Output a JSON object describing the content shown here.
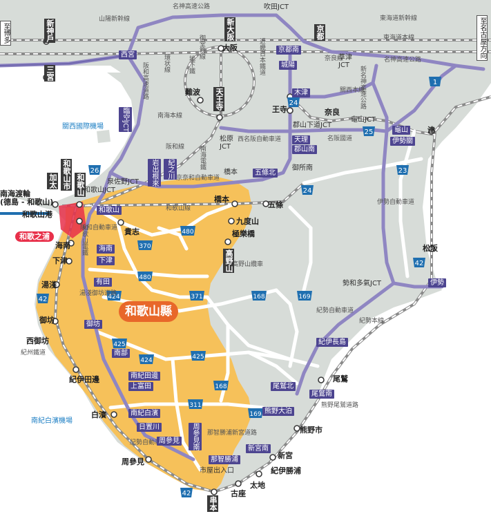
{
  "map": {
    "colors": {
      "sea": "#ffffff",
      "land": "#d7dcd8",
      "wakayama": "#f6c15a",
      "expressway": "#8f86c2",
      "expressway_dark": "#6f67ae",
      "road": "#ffffff",
      "railway": "#8a8a8a",
      "badge": "#4d4590",
      "city_box": "#3a3a3a",
      "accent_red": "#e8304a",
      "route_blue": "#1f6fb0",
      "pref_label": "#e8672a",
      "airport_blue": "#1d7fc4"
    },
    "direction_labels": [
      {
        "id": "to-hakata",
        "text": "至博多"
      },
      {
        "id": "to-nagoya",
        "text": "至名古屋方向"
      }
    ],
    "expressway_labels": [
      {
        "id": "meishin-top",
        "text": "名神高速公路"
      },
      {
        "id": "sanyo-shinkansen",
        "text": "山陽新幹線"
      },
      {
        "id": "tokaido-shinkansen",
        "text": "東海道新幹線"
      },
      {
        "id": "tokaido-main",
        "text": "東海道本線"
      },
      {
        "id": "meishin-right",
        "text": "名神高速公路"
      },
      {
        "id": "kansai-main",
        "text": "關西本線"
      },
      {
        "id": "hanwa-expwy",
        "text": "阪和高速道路"
      },
      {
        "id": "kanjo-line",
        "text": "環状線"
      },
      {
        "id": "midosuji",
        "text": "御堂筋線"
      },
      {
        "id": "chikatetsu",
        "text": "地下鐵"
      },
      {
        "id": "kintetsu-nara",
        "text": "近畿日本鐵道"
      },
      {
        "id": "nankai-main",
        "text": "南海本線"
      },
      {
        "id": "hanwa-line",
        "text": "阪和線"
      },
      {
        "id": "nankai-koya",
        "text": "南海電鐵"
      },
      {
        "id": "nishi-meihan",
        "text": "西名阪自動車道"
      },
      {
        "id": "meihan-road",
        "text": "名阪國道"
      },
      {
        "id": "shin-meishin",
        "text": "新名神高速公路"
      },
      {
        "id": "keinawa",
        "text": "京奈和自動車道"
      },
      {
        "id": "wakayama-line",
        "text": "和歌山線"
      },
      {
        "id": "nara-line",
        "text": "奈良線"
      },
      {
        "id": "koya-cable",
        "text": "高野山纜車"
      },
      {
        "id": "ise-expwy",
        "text": "伊勢自動車道"
      },
      {
        "id": "kise-main",
        "text": "紀勢本線"
      },
      {
        "id": "kisei-expwy",
        "text": "紀勢自動車道"
      },
      {
        "id": "kumano-road",
        "text": "熊野尾鷲道路"
      },
      {
        "id": "kisei-main-lower",
        "text": "紀勢本線"
      },
      {
        "id": "hanwa-expwy-lower",
        "text": "阪和自動車道"
      },
      {
        "id": "yuasa-gobo",
        "text": "湯淺御坊道路"
      },
      {
        "id": "kisei-expwy-lower",
        "text": "紀勢自動車道"
      },
      {
        "id": "wakayama-denki",
        "text": "和歌山電鐵"
      },
      {
        "id": "kiso-railway",
        "text": "紀州鐵道"
      },
      {
        "id": "nachi-road",
        "text": "那智勝浦新宮道路"
      }
    ],
    "station_labels": [
      {
        "id": "shin-kobe",
        "text": "新神戶"
      },
      {
        "id": "sannomiya",
        "text": "三宮"
      },
      {
        "id": "shin-osaka",
        "text": "新大阪"
      },
      {
        "id": "osaka",
        "text": "大阪"
      },
      {
        "id": "kyoto",
        "text": "京都"
      },
      {
        "id": "namba",
        "text": "難波"
      },
      {
        "id": "tennoji",
        "text": "天王寺"
      },
      {
        "id": "oji",
        "text": "王寺"
      },
      {
        "id": "nara",
        "text": "奈良"
      },
      {
        "id": "tsu",
        "text": "津"
      },
      {
        "id": "matsusaka",
        "text": "松阪"
      },
      {
        "id": "kada",
        "text": "加太"
      },
      {
        "id": "wakayamashi",
        "text": "和歌山市"
      },
      {
        "id": "wakayama-st",
        "text": "和歌山"
      },
      {
        "id": "wakayamako",
        "text": "和歌山港"
      },
      {
        "id": "nankai-ferry",
        "text": "南海渡輪\n(德島 - 和歌山)"
      },
      {
        "id": "hashimoto",
        "text": "橋本"
      },
      {
        "id": "gojo",
        "text": "五條"
      },
      {
        "id": "kudoyama",
        "text": "九度山"
      },
      {
        "id": "gokurakubashi",
        "text": "極樂橋"
      },
      {
        "id": "koyasan",
        "text": "高野山"
      },
      {
        "id": "kishi",
        "text": "貴志"
      },
      {
        "id": "kainan",
        "text": "海南"
      },
      {
        "id": "shimotsu",
        "text": "下津"
      },
      {
        "id": "yuasa",
        "text": "湯淺"
      },
      {
        "id": "gobo",
        "text": "御坊"
      },
      {
        "id": "nishigobo",
        "text": "西御坊"
      },
      {
        "id": "kii-tanabe",
        "text": "紀伊田邊"
      },
      {
        "id": "shirahama",
        "text": "白濱"
      },
      {
        "id": "shuusami",
        "text": "周參見"
      },
      {
        "id": "kushimoto",
        "text": "串本"
      },
      {
        "id": "koza",
        "text": "古座"
      },
      {
        "id": "taiji",
        "text": "太地"
      },
      {
        "id": "kii-katsuura",
        "text": "紀伊勝浦"
      },
      {
        "id": "shingu",
        "text": "新宮"
      },
      {
        "id": "kumanoshi",
        "text": "熊野市"
      },
      {
        "id": "owase",
        "text": "尾鷲"
      }
    ],
    "ic_labels": [
      {
        "id": "nishinomiya",
        "text": "西宮"
      },
      {
        "id": "suita-jct",
        "text": "吹田JCT"
      },
      {
        "id": "kyoto-minami",
        "text": "京都南"
      },
      {
        "id": "joyo",
        "text": "城陽"
      },
      {
        "id": "kusatsu-jct",
        "text": "草津\nJCT"
      },
      {
        "id": "kizu",
        "text": "木津"
      },
      {
        "id": "kameyama-jct",
        "text": "龜山JCT"
      },
      {
        "id": "kameyama",
        "text": "龜山"
      },
      {
        "id": "iseseki",
        "text": "伊勢關"
      },
      {
        "id": "koriyama-shimo-jct",
        "text": "郡山下道JCT"
      },
      {
        "id": "tenri",
        "text": "天理"
      },
      {
        "id": "koriyama-minami",
        "text": "郡山南"
      },
      {
        "id": "gosho-minami",
        "text": "御所南"
      },
      {
        "id": "gojo-kita",
        "text": "五條北"
      },
      {
        "id": "matsubara-jct",
        "text": "松原\nJCT"
      },
      {
        "id": "rinku-jct",
        "text": "臨空JCT"
      },
      {
        "id": "kansai-airport",
        "text": "關西國際機場"
      },
      {
        "id": "izumisano-jct",
        "text": "泉佐野JCT"
      },
      {
        "id": "wakayama-jct",
        "text": "和歌山JCT"
      },
      {
        "id": "iwade-negoro",
        "text": "岩出根來"
      },
      {
        "id": "kinokawa",
        "text": "紀之川"
      },
      {
        "id": "hashimoto-ic",
        "text": "橋本"
      },
      {
        "id": "wakayama-ic",
        "text": "和歌山"
      },
      {
        "id": "kainan-ic",
        "text": "海南"
      },
      {
        "id": "shimotsu-ic",
        "text": "下津"
      },
      {
        "id": "arida",
        "text": "有田"
      },
      {
        "id": "gobo-ic",
        "text": "御坊"
      },
      {
        "id": "nanbu",
        "text": "南部"
      },
      {
        "id": "minami-kii-tanabe",
        "text": "南紀田邊"
      },
      {
        "id": "kamitonda",
        "text": "上富田"
      },
      {
        "id": "minami-shirahama",
        "text": "南紀白濱"
      },
      {
        "id": "hiki-gawa",
        "text": "日置川"
      },
      {
        "id": "susami-ic",
        "text": "周參見"
      },
      {
        "id": "susami-minami",
        "text": "周參見南"
      },
      {
        "id": "nanki-airport",
        "text": "南紀白濱機場"
      },
      {
        "id": "seiwa-jct",
        "text": "勢和多氣JCT"
      },
      {
        "id": "ise",
        "text": "伊勢"
      },
      {
        "id": "kii-nagashima",
        "text": "紀伊長島"
      },
      {
        "id": "owase-kita",
        "text": "尾鷲北"
      },
      {
        "id": "owase-minami",
        "text": "尾鷲南"
      },
      {
        "id": "kumano-oodomari",
        "text": "熊野大泊"
      },
      {
        "id": "shingu-minami",
        "text": "新宮南"
      },
      {
        "id": "nachi-katsuura",
        "text": "那智勝浦"
      },
      {
        "id": "ichiyadeiriguchi",
        "text": "市屋出入口"
      },
      {
        "id": "wakayama-no-ura",
        "text": "和歌之浦"
      }
    ],
    "route_numbers": [
      "1",
      "24",
      "25",
      "26",
      "23",
      "24",
      "480",
      "370",
      "480",
      "42",
      "424",
      "371",
      "168",
      "169",
      "425",
      "424",
      "425",
      "168",
      "311",
      "169",
      "42",
      "42"
    ],
    "prefecture_label": "和歌山縣"
  }
}
